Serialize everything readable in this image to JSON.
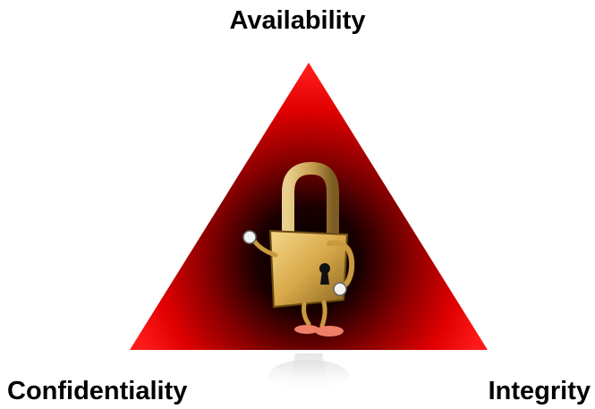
{
  "diagram": {
    "vertices": {
      "top": "Availability",
      "bottom_left": "Confidentiality",
      "bottom_right": "Integrity"
    },
    "colors": {
      "triangle_edge": "#ff0000",
      "triangle_core": "#000000",
      "lock_body": "#d8a94a",
      "lock_shackle": "#c9a355",
      "feet": "#f07f68"
    },
    "icon": "padlock-mascot-icon"
  }
}
